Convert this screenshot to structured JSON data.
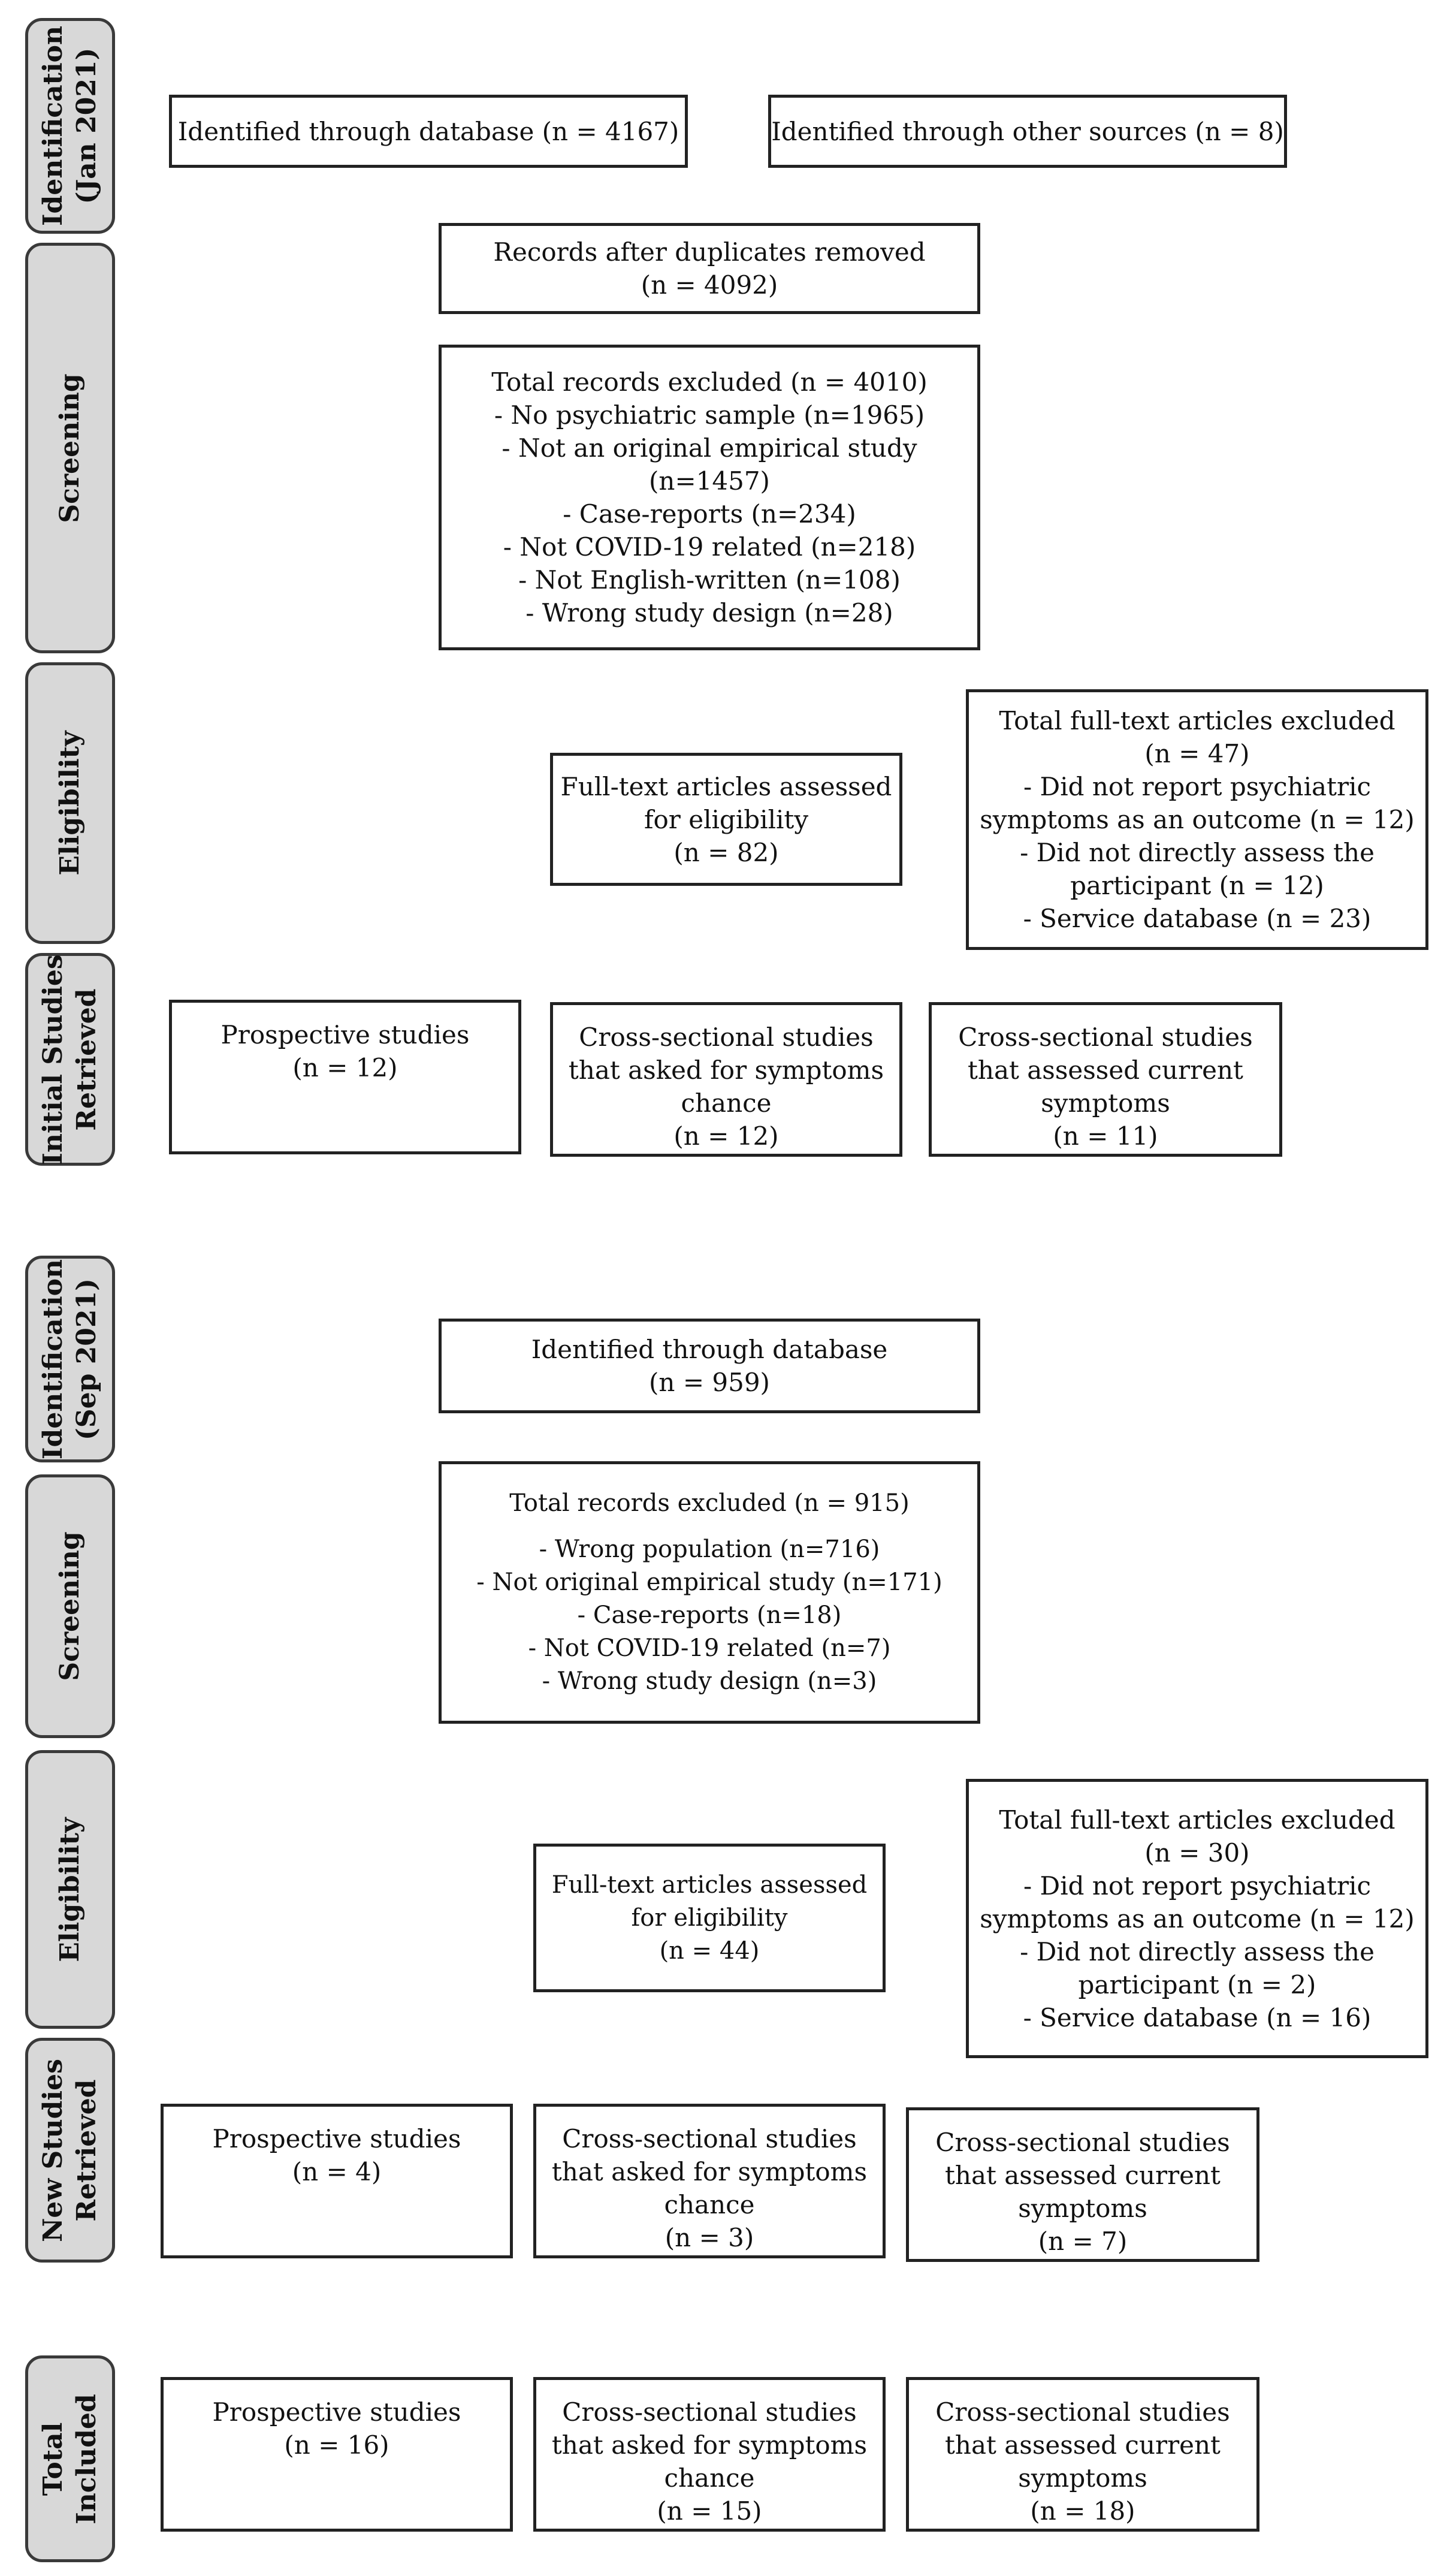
{
  "stages": {
    "identification_jan": "Identification\n(Jan 2021)",
    "screening_1": "Screening",
    "eligibility_1": "Eligibility",
    "initial_retrieved": "Initial Studies\nRetrieved",
    "identification_sep": "Identification\n(Sep 2021)",
    "screening_2": "Screening",
    "eligibility_2": "Eligibility",
    "new_retrieved": "New Studies\nRetrieved",
    "total_included": "Total\nIncluded"
  },
  "phase1": {
    "database": "Identified through database (n = 4167)",
    "other_sources": "Identified through other sources (n = 8)",
    "duplicates_removed": [
      "Records after duplicates removed",
      "(n = 4092)"
    ],
    "screen_excluded": [
      "Total records excluded (n = 4010)",
      "-    No psychiatric sample (n=1965)",
      "- Not an original empirical study",
      "(n=1457)",
      "-    Case-reports (n=234)",
      "- Not COVID-19 related (n=218)",
      "-   Not English-written (n=108)",
      "-    Wrong study design (n=28)"
    ],
    "fulltext_assessed": [
      "Full-text articles assessed",
      "for eligibility",
      "(n = 82)"
    ],
    "fulltext_excluded": [
      "Total full-text articles excluded",
      "(n = 47)",
      "- Did not report psychiatric",
      "symptoms as an outcome (n = 12)",
      "- Did not directly assess the",
      "participant (n = 12)",
      "- Service database (n = 23)"
    ],
    "prospective": [
      "Prospective studies",
      "(n = 12)"
    ],
    "cross_change": [
      "Cross-sectional studies",
      "that asked for symptoms",
      "chance",
      "(n = 12)"
    ],
    "cross_current": [
      "Cross-sectional studies",
      "that assessed current",
      "symptoms",
      "(n = 11)"
    ]
  },
  "phase2": {
    "database": [
      "Identified through database",
      "(n = 959)"
    ],
    "screen_excluded_title": "Total records excluded  (n = 915)",
    "screen_excluded_items": [
      "- Wrong population (n=716)",
      "- Not original empirical study (n=171)",
      "- Case-reports (n=18)",
      "- Not COVID-19 related (n=7)",
      "- Wrong study design (n=3)"
    ],
    "fulltext_assessed": [
      "Full-text articles assessed",
      "for eligibility",
      "(n = 44)"
    ],
    "fulltext_excluded": [
      "Total full-text articles excluded",
      "(n = 30)",
      "- Did not report psychiatric",
      "symptoms as an outcome (n = 12)",
      "- Did not directly assess the",
      "participant (n = 2)",
      "- Service database (n = 16)"
    ],
    "prospective": [
      "Prospective studies",
      "(n = 4)"
    ],
    "cross_change": [
      "Cross-sectional studies",
      "that asked for symptoms",
      "chance",
      "(n = 3)"
    ],
    "cross_current": [
      "Cross-sectional studies",
      "that assessed current",
      "symptoms",
      "(n = 7)"
    ]
  },
  "total": {
    "prospective": [
      "Prospective studies",
      "(n = 16)"
    ],
    "cross_change": [
      "Cross-sectional studies",
      "that asked for symptoms",
      "chance",
      "(n = 15)"
    ],
    "cross_current": [
      "Cross-sectional studies",
      "that assessed current",
      "symptoms",
      "(n = 18)"
    ]
  }
}
